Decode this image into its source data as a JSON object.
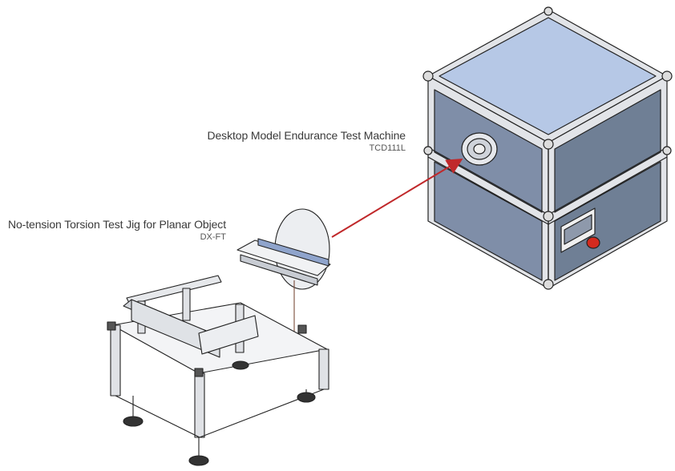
{
  "labels": {
    "machine": {
      "title": "Desktop Model Endurance Test Machine",
      "model": "TCD111L"
    },
    "jig": {
      "title": "No-tension Torsion Test Jig for Planar Object",
      "model": "DX-FT"
    }
  },
  "colors": {
    "arrow": "#c0282a",
    "top_panel": "#b6c8e6",
    "side_panel": "#6f7f95",
    "front_panel": "#7f8ea8",
    "frame": "#e2e4e8",
    "outline": "#222222",
    "button": "#d42a1e"
  },
  "icons": {
    "arrow": "arrow-right-icon"
  }
}
